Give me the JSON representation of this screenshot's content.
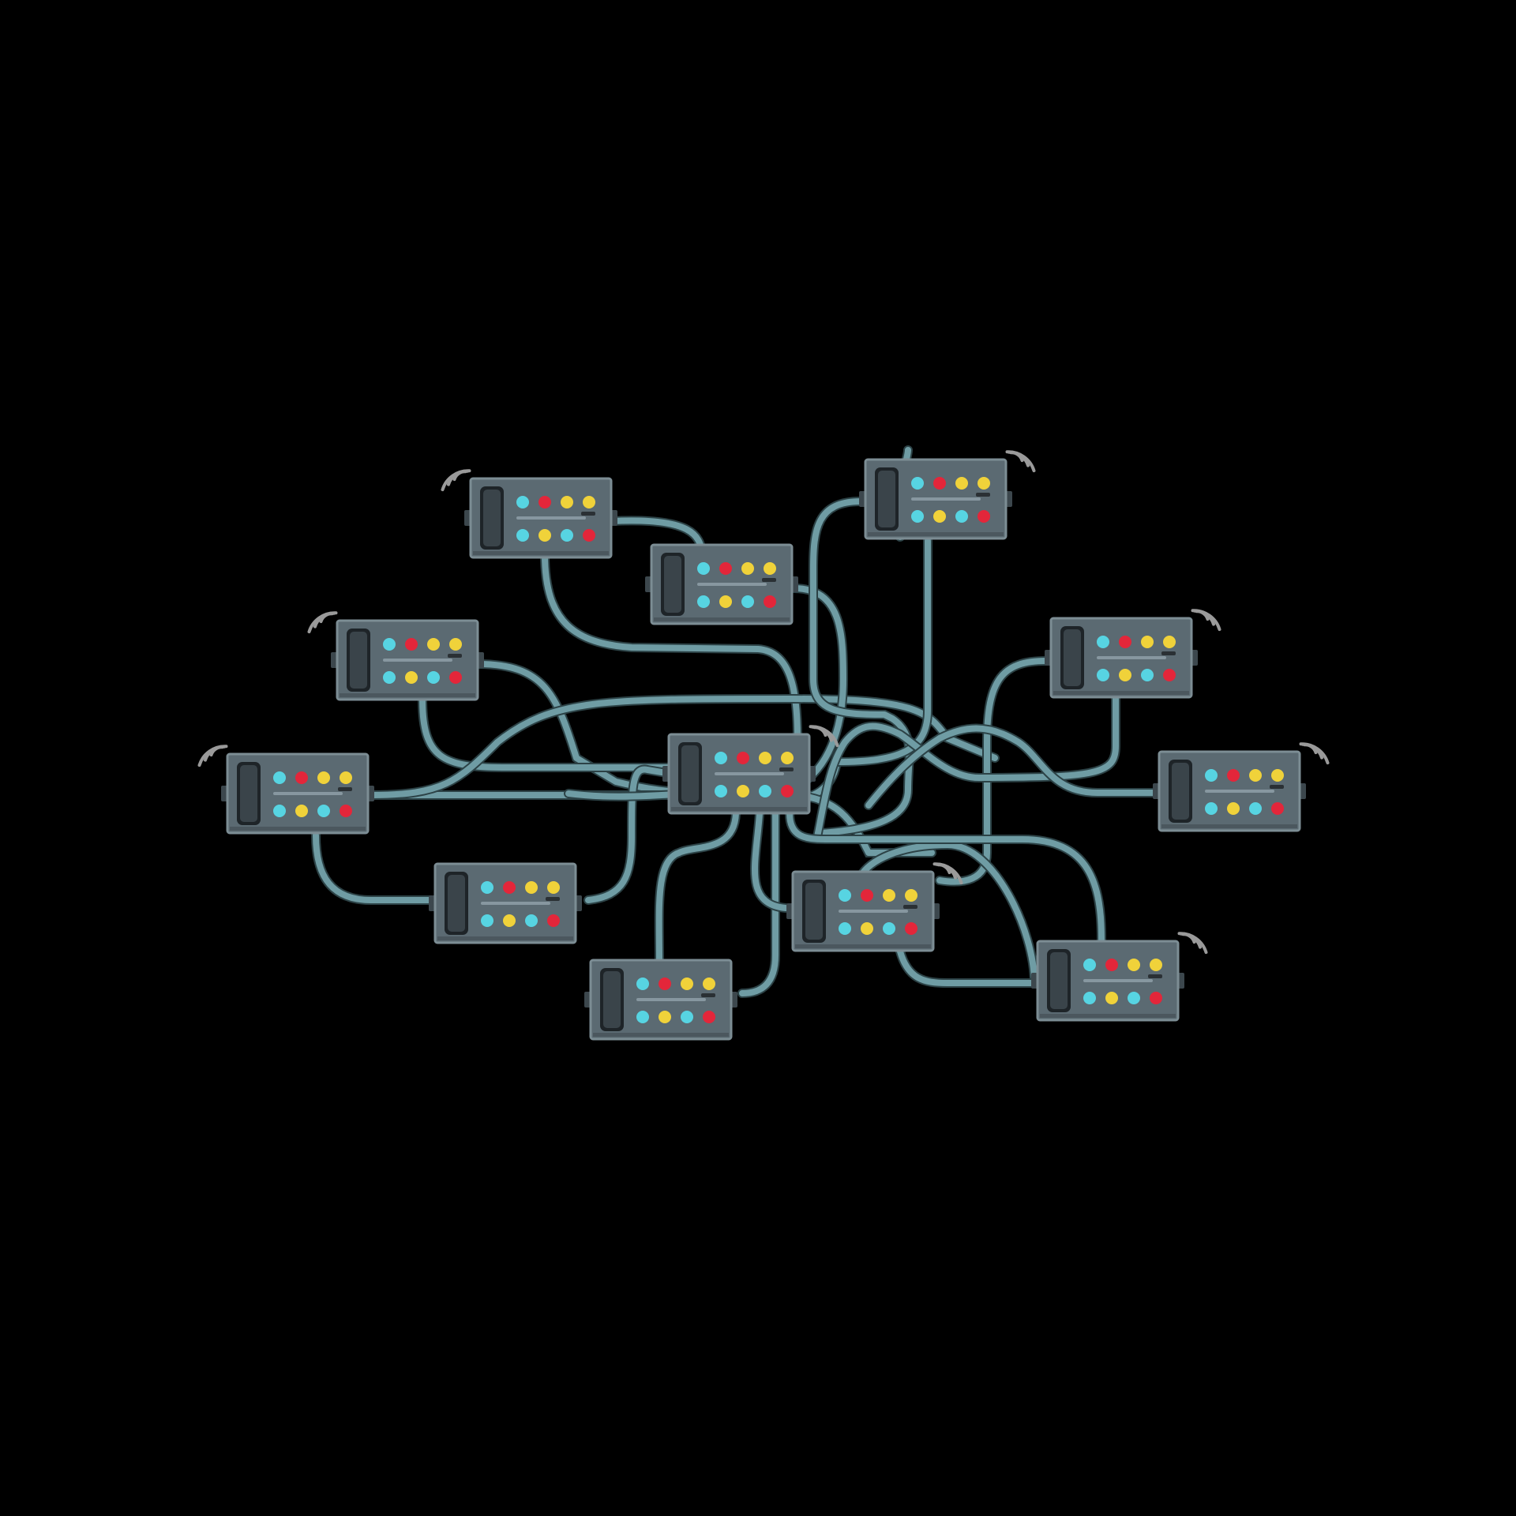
{
  "colors": {
    "background": "#000000",
    "cable": "#6f9ca4",
    "cable_shadow": "#2c4246",
    "device_body": "#5b6a72",
    "device_border": "#7c8d94",
    "device_handset": "#3a444a",
    "device_handset_edge": "#1e2428",
    "slot_line": "#8797a0",
    "slot_mark": "#2a3034",
    "connector": "#3c474d",
    "signal": "#9a9a9a",
    "led_cyan": "#57d4e2",
    "led_red": "#e3263a",
    "led_yellow": "#f0d23a"
  },
  "icons": [
    "wifi-signal-icon",
    "handset-icon",
    "led-indicator-icon"
  ],
  "devices": [
    {
      "id": "d1",
      "signal": true,
      "leds": [
        [
          "cyan",
          "red",
          "yellow",
          "yellow"
        ],
        [
          "cyan",
          "yellow",
          "cyan",
          "red"
        ]
      ]
    },
    {
      "id": "d2",
      "signal": false,
      "leds": [
        [
          "cyan",
          "red",
          "yellow",
          "yellow"
        ],
        [
          "cyan",
          "yellow",
          "cyan",
          "red"
        ]
      ]
    },
    {
      "id": "d3",
      "signal": true,
      "leds": [
        [
          "cyan",
          "red",
          "yellow",
          "yellow"
        ],
        [
          "cyan",
          "yellow",
          "cyan",
          "red"
        ]
      ]
    },
    {
      "id": "d4",
      "signal": true,
      "leds": [
        [
          "cyan",
          "red",
          "yellow",
          "yellow"
        ],
        [
          "cyan",
          "yellow",
          "cyan",
          "red"
        ]
      ]
    },
    {
      "id": "d5",
      "signal": true,
      "leds": [
        [
          "cyan",
          "red",
          "yellow",
          "yellow"
        ],
        [
          "cyan",
          "yellow",
          "cyan",
          "red"
        ]
      ]
    },
    {
      "id": "d6",
      "signal": true,
      "leds": [
        [
          "cyan",
          "red",
          "yellow",
          "yellow"
        ],
        [
          "cyan",
          "yellow",
          "cyan",
          "red"
        ]
      ]
    },
    {
      "id": "d7",
      "signal": true,
      "leds": [
        [
          "cyan",
          "red",
          "yellow",
          "yellow"
        ],
        [
          "cyan",
          "yellow",
          "cyan",
          "red"
        ]
      ]
    },
    {
      "id": "d8",
      "signal": true,
      "leds": [
        [
          "cyan",
          "red",
          "yellow",
          "yellow"
        ],
        [
          "cyan",
          "yellow",
          "cyan",
          "red"
        ]
      ]
    },
    {
      "id": "d9",
      "signal": false,
      "leds": [
        [
          "cyan",
          "red",
          "yellow",
          "yellow"
        ],
        [
          "cyan",
          "yellow",
          "cyan",
          "red"
        ]
      ]
    },
    {
      "id": "d10",
      "signal": true,
      "leds": [
        [
          "cyan",
          "red",
          "yellow",
          "yellow"
        ],
        [
          "cyan",
          "yellow",
          "cyan",
          "red"
        ]
      ]
    },
    {
      "id": "d11",
      "signal": false,
      "leds": [
        [
          "cyan",
          "red",
          "yellow",
          "yellow"
        ],
        [
          "cyan",
          "yellow",
          "cyan",
          "red"
        ]
      ]
    },
    {
      "id": "d12",
      "signal": true,
      "leds": [
        [
          "cyan",
          "red",
          "yellow",
          "yellow"
        ],
        [
          "cyan",
          "yellow",
          "cyan",
          "red"
        ]
      ]
    }
  ]
}
